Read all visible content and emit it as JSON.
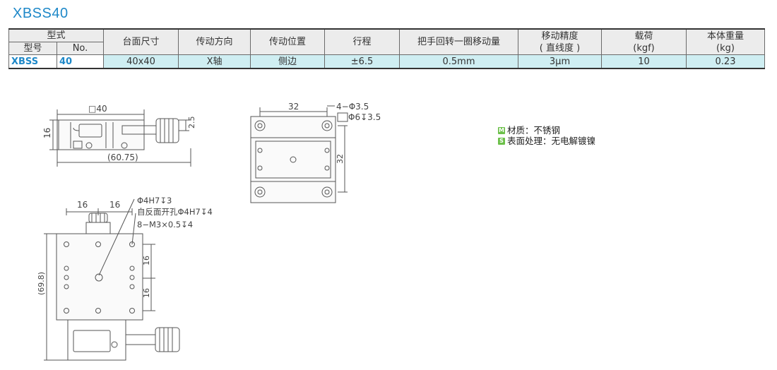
{
  "product_title": "XBSS40",
  "table": {
    "header": {
      "type_group": "型式",
      "model_label": "型号",
      "no_label": "No.",
      "table_size": "台面尺寸",
      "drive_direction": "传动方向",
      "drive_position": "传动位置",
      "travel": "行程",
      "per_turn_travel": "把手回转一圈移动量",
      "accuracy_line1": "移动精度",
      "accuracy_line2": "( 直线度 )",
      "load_line1": "载荷",
      "load_line2": "(kgf)",
      "weight_line1": "本体重量",
      "weight_line2": "(kg)"
    },
    "row": {
      "model": "XBSS",
      "no": "40",
      "table_size": "40x40",
      "drive_direction": "X轴",
      "drive_position": "侧边",
      "travel": "±6.5",
      "per_turn_travel": "0.5mm",
      "accuracy": "3μm",
      "load": "10",
      "weight": "0.23"
    }
  },
  "legend": {
    "material_badge": "M",
    "material_text": "材质：不锈钢",
    "surface_badge": "S",
    "surface_text": "表面处理：无电解镀镍",
    "badge_color": "#6cc04a"
  },
  "drawing": {
    "side_view": {
      "width_label": "□40",
      "height_label": "16",
      "offset_label": "2.5",
      "overall_label": "(60.75)"
    },
    "top_view": {
      "pitch_label": "32",
      "hole_label": "4−Φ3.5",
      "cbore_label": "Φ6↧3.5",
      "side_label": "32"
    },
    "front_view": {
      "dim_a": "16",
      "dim_b": "16",
      "hole1": "Φ4H7↧3",
      "hole2": "自反面开孔Φ4H7↧4",
      "tap": "8−M3×0.5↧4",
      "right_1": "16",
      "right_2": "16",
      "overall": "(69.8)"
    }
  }
}
